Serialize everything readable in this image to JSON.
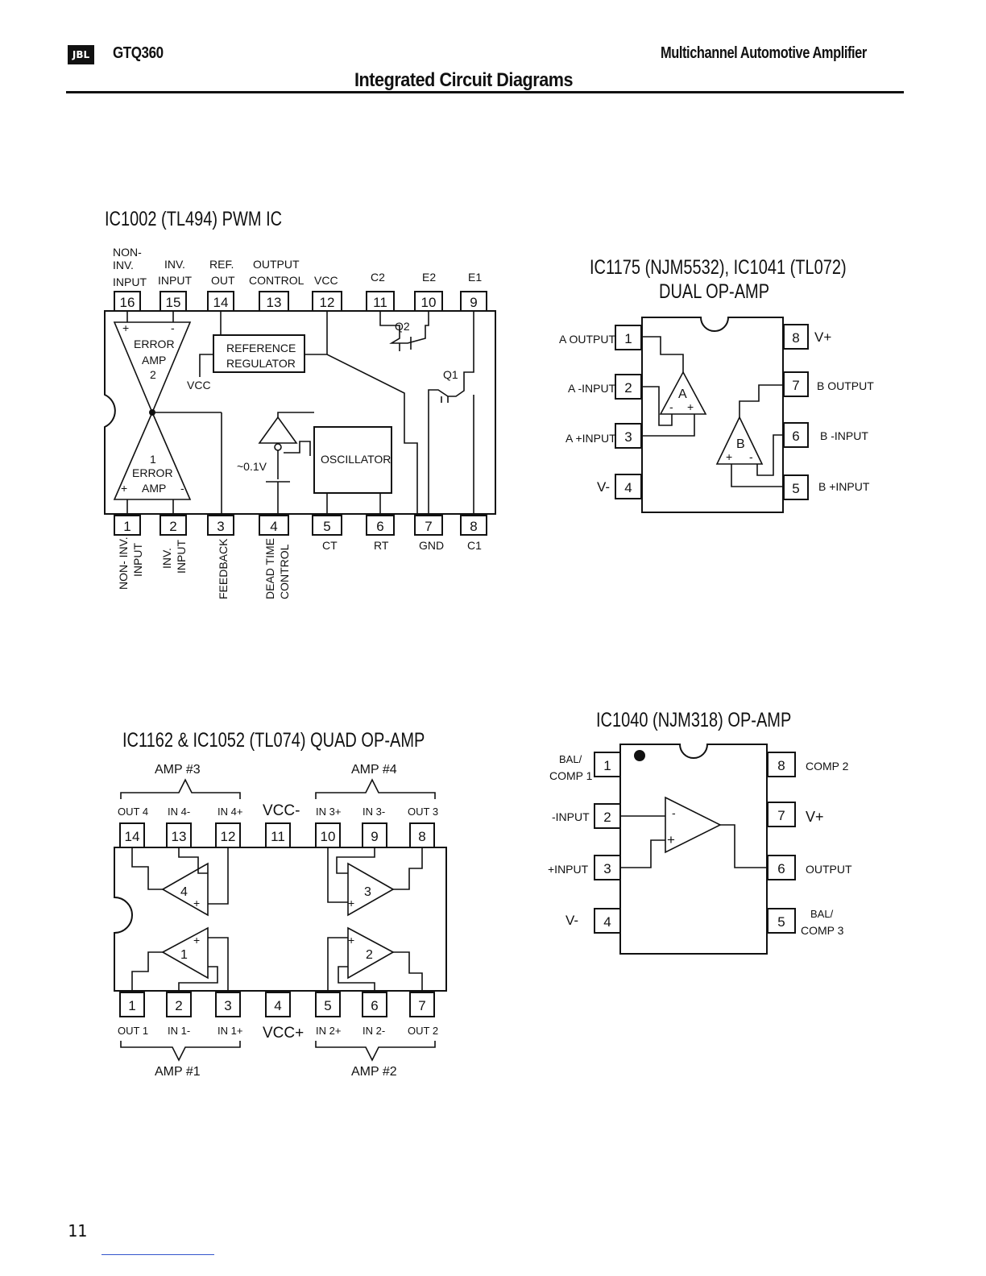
{
  "header": {
    "logo_text": "JBL",
    "model": "GTQ360",
    "subtitle": "Multichannel Automotive Amplifier",
    "page_title": "Integrated Circuit Diagrams"
  },
  "tl494": {
    "title": "IC1002 (TL494) PWM IC",
    "top_labels": {
      "p16": [
        "NON-",
        "INV.",
        "INPUT"
      ],
      "p15": [
        "INV.",
        "INPUT"
      ],
      "p14": [
        "REF.",
        "OUT"
      ],
      "p13": [
        "OUTPUT",
        "CONTROL"
      ],
      "p12": "VCC",
      "p11": "C2",
      "p10": "E2",
      "p9": "E1"
    },
    "top_pins": [
      "16",
      "15",
      "14",
      "13",
      "12",
      "11",
      "10",
      "9"
    ],
    "bottom_pins": [
      "1",
      "2",
      "3",
      "4",
      "5",
      "6",
      "7",
      "8"
    ],
    "bottom_labels": {
      "p1": [
        "NON- INV.",
        "INPUT"
      ],
      "p2": [
        "INV.",
        "INPUT"
      ],
      "p3": "FEEDBACK",
      "p4": [
        "DEAD TIME",
        "CONTROL"
      ],
      "p5": "CT",
      "p6": "RT",
      "p7": "GND",
      "p8": "C1"
    },
    "blocks": {
      "error_amp_2": [
        "ERROR",
        "AMP",
        "2"
      ],
      "error_amp_1": [
        "1",
        "ERROR",
        "AMP"
      ],
      "ref_reg": [
        "REFERENCE",
        "REGULATOR"
      ],
      "oscillator": "OSCILLATOR",
      "vcc": "VCC",
      "dead_time_v": "~0.1V",
      "q1": "Q1",
      "q2": "Q2",
      "plus": "+",
      "minus": "-"
    }
  },
  "dual": {
    "title_line1": "IC1175 (NJM5532), IC1041 (TL072)",
    "title_line2": "DUAL OP-AMP",
    "left_pins": [
      {
        "num": "1",
        "label": "A OUTPUT"
      },
      {
        "num": "2",
        "label": "A -INPUT"
      },
      {
        "num": "3",
        "label": "A +INPUT"
      },
      {
        "num": "4",
        "label": "V-"
      }
    ],
    "right_pins": [
      {
        "num": "8",
        "label": "V+"
      },
      {
        "num": "7",
        "label": "B OUTPUT"
      },
      {
        "num": "6",
        "label": "B -INPUT"
      },
      {
        "num": "5",
        "label": "B +INPUT"
      }
    ],
    "amp_a": "A",
    "amp_b": "B",
    "plus": "+",
    "minus": "-"
  },
  "quad": {
    "title": "IC1162 & IC1052 (TL074) QUAD OP-AMP",
    "amp3": "AMP #3",
    "amp4": "AMP #4",
    "amp1": "AMP #1",
    "amp2": "AMP #2",
    "top_pins": [
      "14",
      "13",
      "12",
      "11",
      "10",
      "9",
      "8"
    ],
    "top_labels": [
      "OUT 4",
      "IN 4-",
      "IN 4+",
      "VCC-",
      "IN 3+",
      "IN 3-",
      "OUT 3"
    ],
    "bottom_pins": [
      "1",
      "2",
      "3",
      "4",
      "5",
      "6",
      "7"
    ],
    "bottom_labels": [
      "OUT 1",
      "IN 1-",
      "IN 1+",
      "VCC+",
      "IN 2+",
      "IN 2-",
      "OUT 2"
    ],
    "amp_numbers": [
      "4",
      "3",
      "1",
      "2"
    ],
    "plus": "+",
    "minus": "-"
  },
  "njm318": {
    "title": "IC1040 (NJM318) OP-AMP",
    "left_pins": [
      {
        "num": "1",
        "label_lines": [
          "BAL/",
          "COMP 1"
        ]
      },
      {
        "num": "2",
        "label_lines": [
          "-INPUT"
        ]
      },
      {
        "num": "3",
        "label_lines": [
          "+INPUT"
        ]
      },
      {
        "num": "4",
        "label_lines": [
          "V-"
        ]
      }
    ],
    "right_pins": [
      {
        "num": "8",
        "label_lines": [
          "COMP 2"
        ]
      },
      {
        "num": "7",
        "label_lines": [
          "V+"
        ]
      },
      {
        "num": "6",
        "label_lines": [
          "OUTPUT"
        ]
      },
      {
        "num": "5",
        "label_lines": [
          "BAL/",
          "COMP 3"
        ]
      }
    ],
    "plus": "+",
    "minus": "-"
  },
  "footer": {
    "page_number": "11"
  }
}
